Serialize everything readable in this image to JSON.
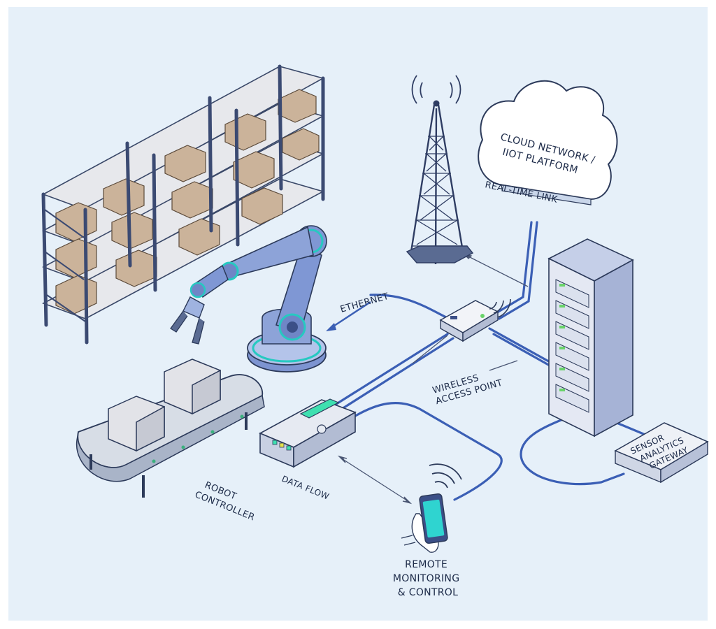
{
  "labels": {
    "cloud": [
      "CLOUD NETWORK /",
      "IIOT PLATFORM"
    ],
    "realtime": "REAL-TIME LINK",
    "ethernet": "ETHERNET",
    "wap": [
      "WIRELESS",
      "ACCESS POINT"
    ],
    "sensor": [
      "SENSOR",
      "ANALYTICS",
      "GATEWAY"
    ],
    "robot_controller": [
      "ROBOT",
      "CONTROLLER"
    ],
    "data_flow": "DATA FLOW",
    "remote": [
      "REMOTE",
      "MONITORING",
      "& CONTROL"
    ]
  },
  "colors": {
    "background": "#e6f0f9",
    "line": "#3b5fb5",
    "outline": "#2c3a5a",
    "teal": "#26c9c1",
    "screen_green": "#3ee0b0",
    "box": "#cbb39a",
    "led_green": "#6ad36a"
  },
  "icons": {
    "tower": "radio-tower-icon",
    "cloud": "cloud-icon",
    "server": "server-rack-icon",
    "access_point": "wireless-access-point-icon",
    "phone": "smartphone-icon",
    "controller": "robot-controller-icon"
  }
}
